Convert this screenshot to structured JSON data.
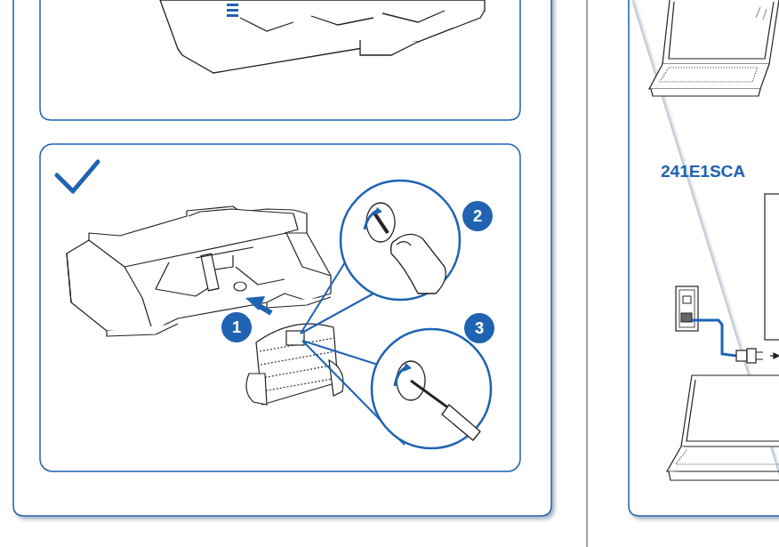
{
  "diagram": {
    "nodes": [
      {
        "text": [
          "1"
        ]
      },
      {
        "text": [
          "2"
        ]
      },
      {
        "text": [
          "3"
        ]
      }
    ],
    "labels": [
      "241E1SCA"
    ]
  }
}
